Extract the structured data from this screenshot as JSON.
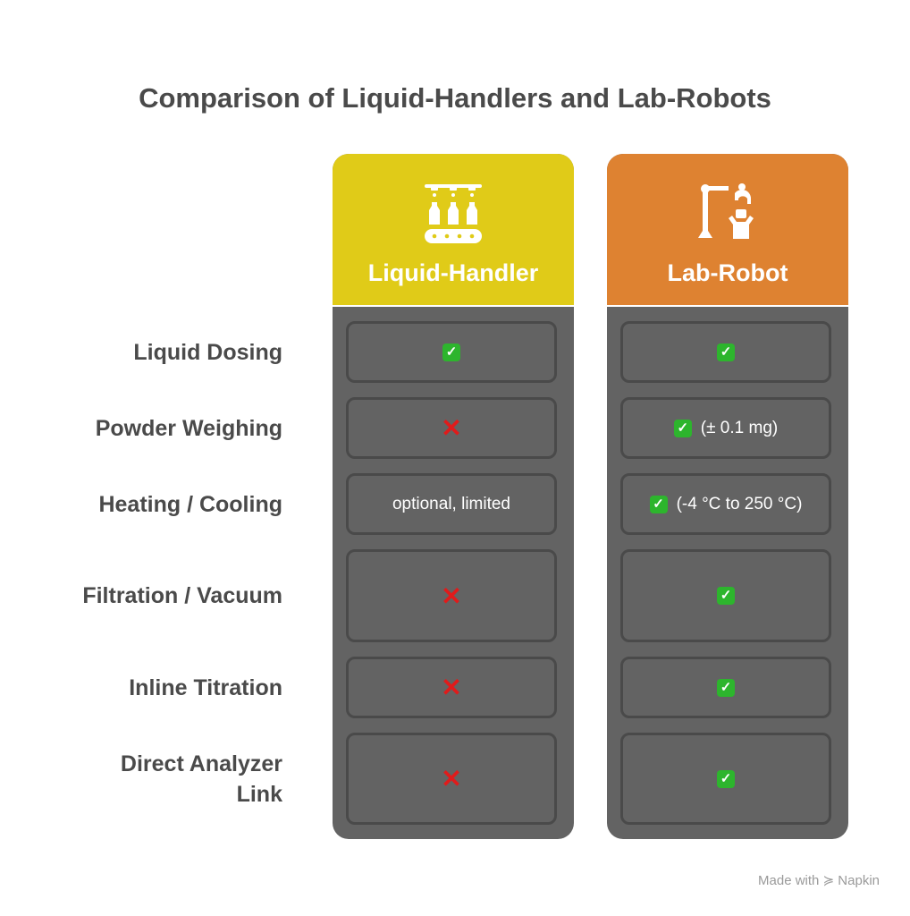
{
  "title": "Comparison of Liquid-Handlers and Lab-Robots",
  "columns": [
    {
      "name": "Liquid-Handler",
      "color": "#e0cb18",
      "icon": "bottling-conveyor-icon"
    },
    {
      "name": "Lab-Robot",
      "color": "#de8231",
      "icon": "robot-arm-icon"
    }
  ],
  "rows": [
    {
      "label": "Liquid Dosing",
      "lh": {
        "type": "check",
        "text": ""
      },
      "lr": {
        "type": "check",
        "text": ""
      }
    },
    {
      "label": "Powder Weighing",
      "lh": {
        "type": "cross",
        "text": ""
      },
      "lr": {
        "type": "check",
        "text": "(± 0.1 mg)"
      }
    },
    {
      "label": "Heating / Cooling",
      "lh": {
        "type": "text",
        "text": "optional, limited"
      },
      "lr": {
        "type": "check",
        "text": "(-4 °C to 250 °C)"
      }
    },
    {
      "label": "Filtration / Vacuum",
      "lh": {
        "type": "cross",
        "text": ""
      },
      "lr": {
        "type": "check",
        "text": ""
      }
    },
    {
      "label": "Inline Titration",
      "lh": {
        "type": "cross",
        "text": ""
      },
      "lr": {
        "type": "check",
        "text": ""
      }
    },
    {
      "label": "Direct Analyzer Link",
      "lh": {
        "type": "cross",
        "text": ""
      },
      "lr": {
        "type": "check",
        "text": ""
      }
    }
  ],
  "footer": "Made with ≽ Napkin"
}
